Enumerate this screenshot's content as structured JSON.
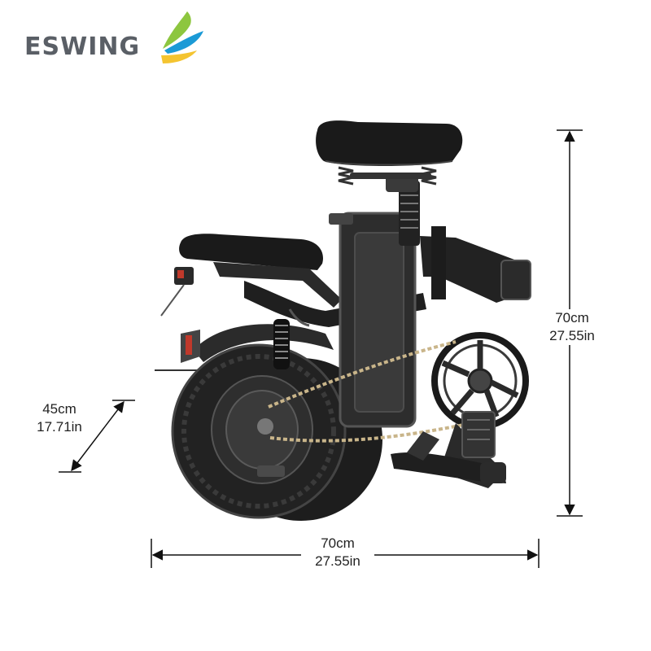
{
  "brand": {
    "name": "ESWING",
    "colors": {
      "text": "#5a5f66",
      "green": "#8dc63f",
      "blue": "#1b9ad6",
      "yellow": "#f4c430"
    }
  },
  "image": {
    "subject_icon": "folding-electric-bike-illustration"
  },
  "dimensions": {
    "height": {
      "metric": "70cm",
      "imperial": "27.55in"
    },
    "width": {
      "metric": "70cm",
      "imperial": "27.55in"
    },
    "depth": {
      "metric": "45cm",
      "imperial": "17.71in"
    }
  }
}
